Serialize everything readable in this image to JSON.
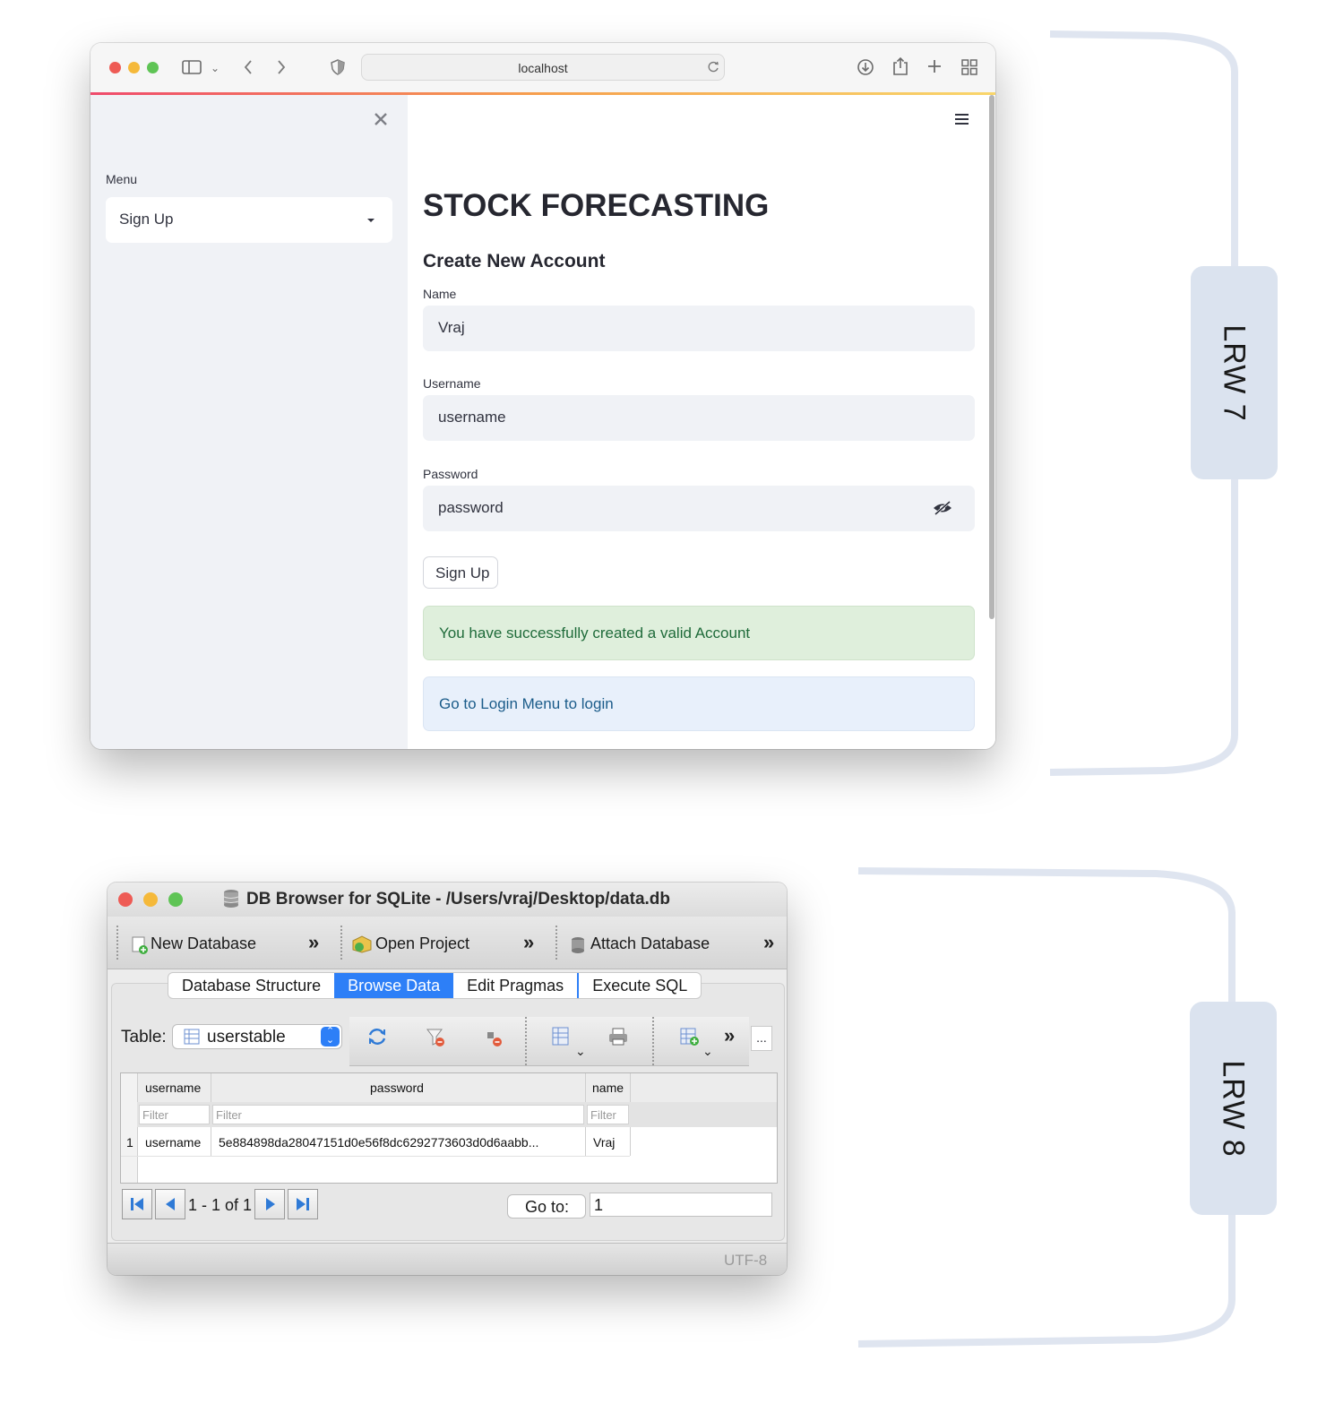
{
  "safari": {
    "url": "localhost",
    "sidebar": {
      "menu_label": "Menu",
      "menu_selected": "Sign Up"
    },
    "main": {
      "title": "STOCK FORECASTING",
      "subtitle": "Create New Account",
      "name_label": "Name",
      "name_value": "Vraj",
      "username_label": "Username",
      "username_value": "username",
      "password_label": "Password",
      "password_value": "password",
      "signup_button": "Sign Up",
      "success_message": "You have successfully created a valid Account",
      "info_message": "Go to Login Menu to login"
    }
  },
  "labels": {
    "top": "LRW 7",
    "bottom": "LRW 8"
  },
  "db": {
    "title": "DB Browser for SQLite - /Users/vraj/Desktop/data.db",
    "toolbar": {
      "new_database": "New Database",
      "open_project": "Open Project",
      "attach_database": "Attach Database"
    },
    "tabs": [
      "Database Structure",
      "Browse Data",
      "Edit Pragmas",
      "Execute SQL"
    ],
    "table_label": "Table:",
    "table_selected": "userstable",
    "more": "...",
    "columns": [
      "username",
      "password",
      "name"
    ],
    "filter_placeholder": "Filter",
    "rows": [
      {
        "num": "1",
        "username": "username",
        "password": "5e884898da28047151d0e56f8dc6292773603d0d6aabb...",
        "name": "Vraj"
      }
    ],
    "pager_text": "1 - 1 of 1",
    "goto_label": "Go to:",
    "goto_value": "1",
    "encoding": "UTF-8"
  },
  "colors": {
    "brand_red": "#ff4b4b",
    "success_bg": "#dfefdc",
    "success_text": "#1f6b3a",
    "info_bg": "#e8f0fb",
    "info_text": "#1b5c8a",
    "tab_selected": "#2d7ff7",
    "bracket": "#dfe5f0"
  }
}
